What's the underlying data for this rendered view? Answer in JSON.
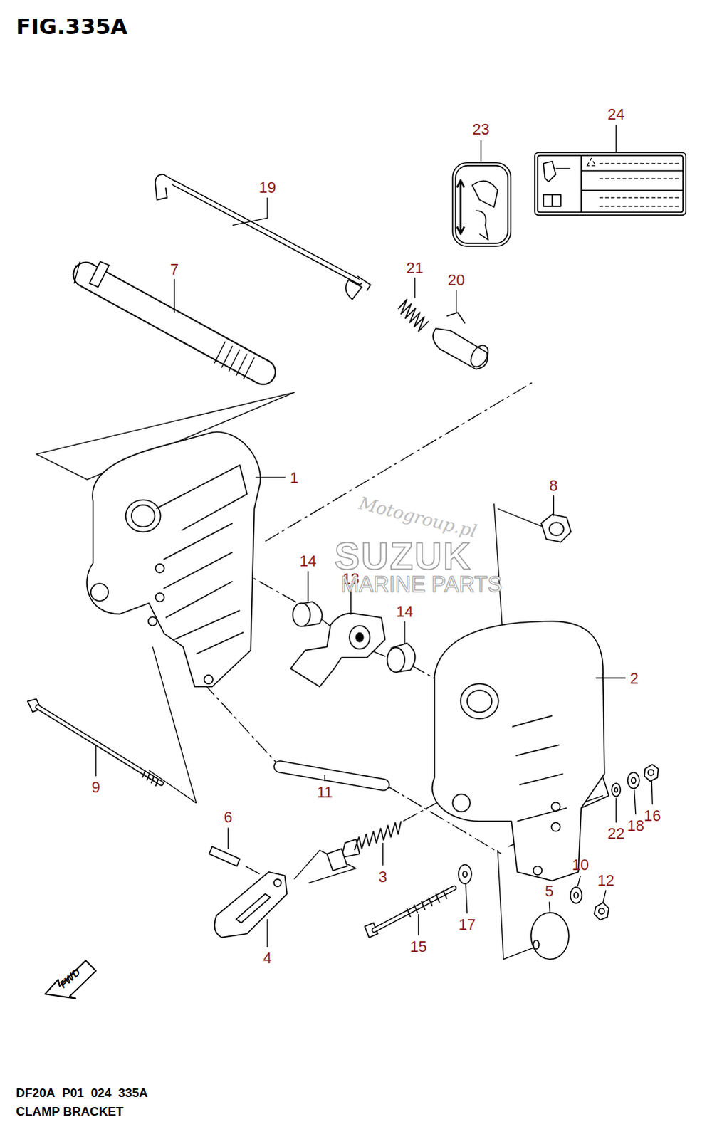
{
  "diagram": {
    "title": "FIG.335A",
    "labels": [
      "23",
      "24",
      "19",
      "7",
      "21",
      "20",
      "1",
      "8",
      "14",
      "13",
      "14",
      "2",
      "9",
      "11",
      "22",
      "18",
      "16",
      "6",
      "10",
      "12",
      "3",
      "5",
      "17",
      "15",
      "4",
      "Motogroup.pl",
      "SUZUK",
      "MARINE PARTS",
      "FWD",
      "DF20A_P01_024_335A",
      "CLAMP BRACKET"
    ]
  }
}
